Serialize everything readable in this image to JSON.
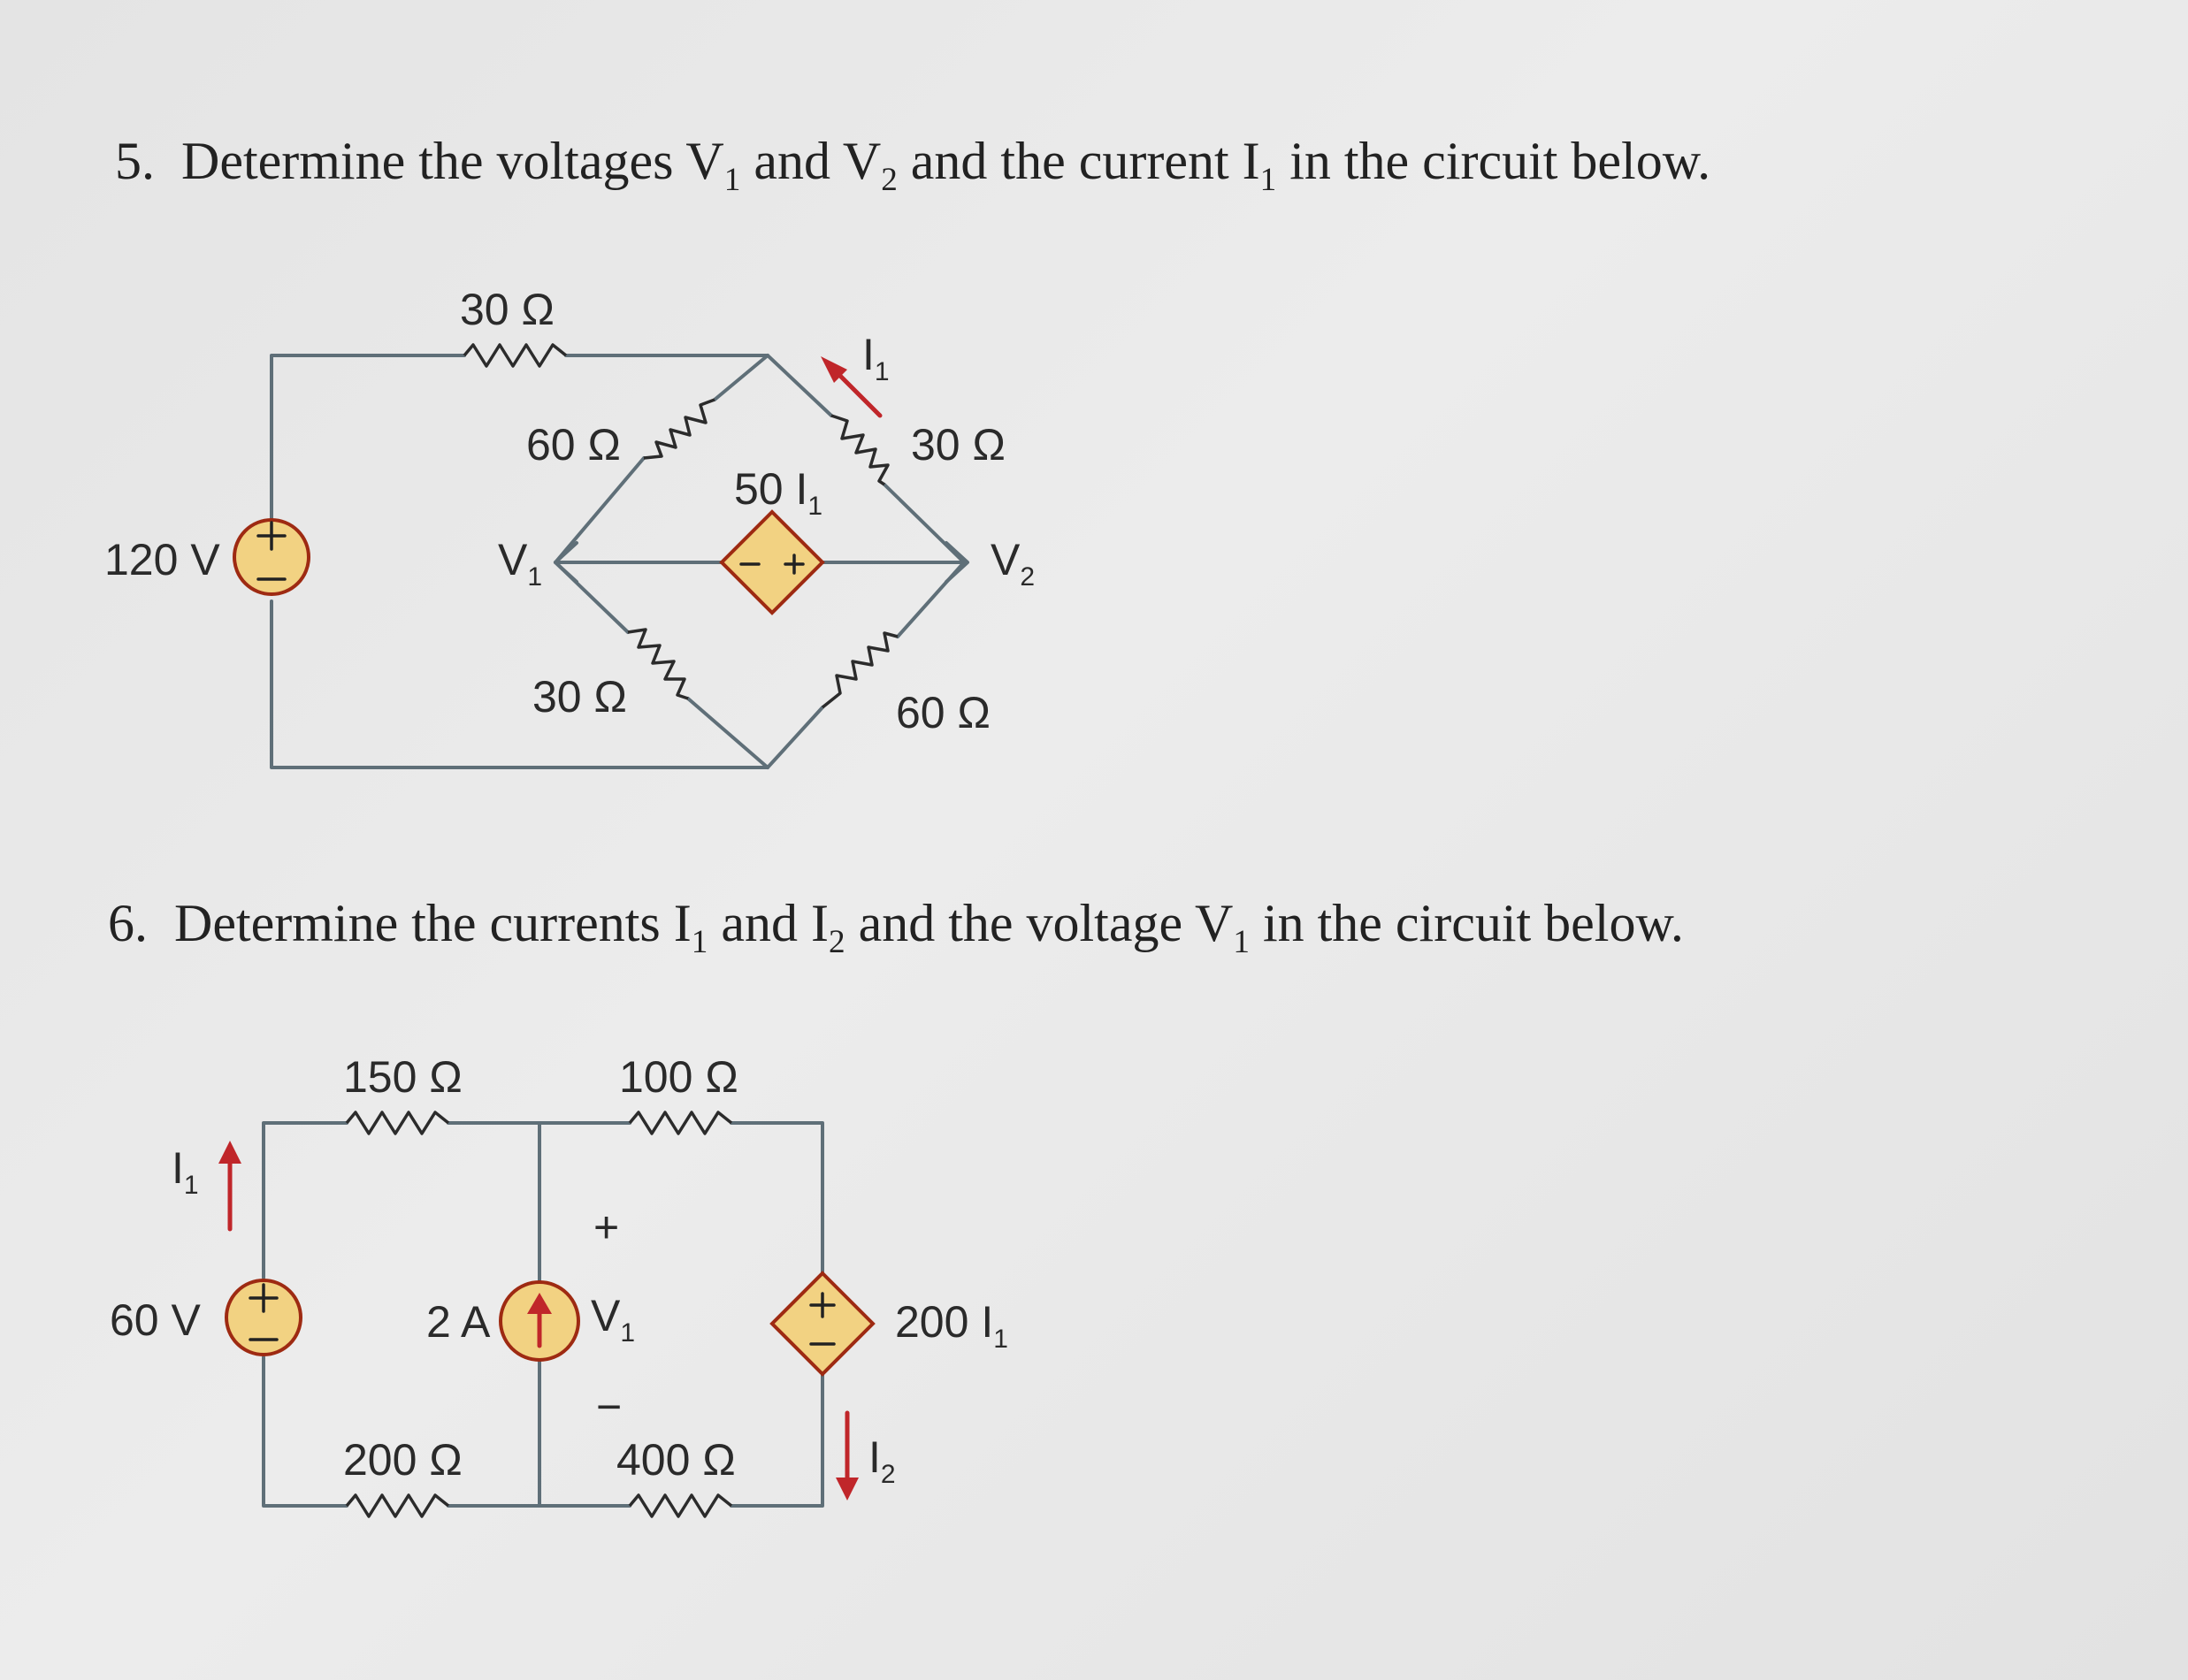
{
  "problem5": {
    "number": "5.",
    "text_before": "Determine the voltages V",
    "sub_v1": "1",
    "text_mid1": " and V",
    "sub_v2": "2",
    "text_mid2": " and the current I",
    "sub_i1": "1",
    "text_after": " in the circuit below.",
    "labels": {
      "r_top": "30 Ω",
      "r_upper_left": "60 Ω",
      "r_upper_right": "30 Ω",
      "r_lower_left": "30 Ω",
      "r_lower_right": "60 Ω",
      "source_voltage": "120 V",
      "dependent_gain": "50 I",
      "dependent_gain_sub": "1",
      "node_left": "V",
      "node_left_sub": "1",
      "node_right": "V",
      "node_right_sub": "2",
      "current": "I",
      "current_sub": "1",
      "plus": "+",
      "minus": "−"
    }
  },
  "problem6": {
    "number": "6.",
    "text_before": "Determine the currents I",
    "sub_i1": "1",
    "text_mid1": " and I",
    "sub_i2": "2",
    "text_mid2": " and the voltage V",
    "sub_v1": "1",
    "text_after": " in the circuit below.",
    "labels": {
      "r_top_left": "150 Ω",
      "r_top_right": "100 Ω",
      "r_bottom_left": "200 Ω",
      "r_bottom_right": "400 Ω",
      "source_voltage": "60 V",
      "current_source": "2 A",
      "dependent_gain": "200 I",
      "dependent_gain_sub": "1",
      "node_voltage": "V",
      "node_voltage_sub": "1",
      "current_1": "I",
      "current_1_sub": "1",
      "current_2": "I",
      "current_2_sub": "2",
      "plus": "+",
      "minus": "−"
    }
  },
  "colors": {
    "wire": "#5f6f78",
    "source_fill": "#f2d282",
    "source_stroke": "#9e2a12",
    "current_arrow": "#c0262a"
  }
}
